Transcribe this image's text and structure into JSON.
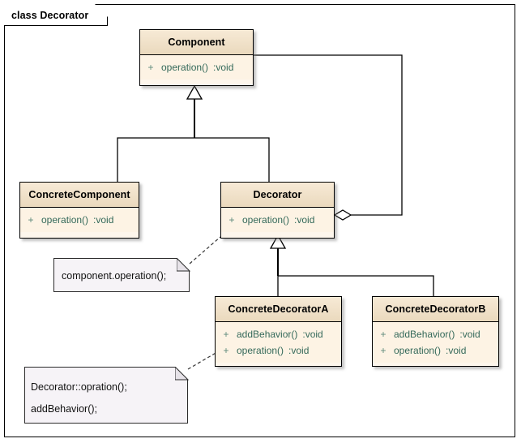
{
  "frame": {
    "label": "class Decorator"
  },
  "classes": [
    {
      "id": "component",
      "name": "Component",
      "members": [
        {
          "visibility": "+",
          "name": "operation()",
          "type": ":void"
        }
      ]
    },
    {
      "id": "concrete-component",
      "name": "ConcreteComponent",
      "members": [
        {
          "visibility": "+",
          "name": "operation()",
          "type": ":void"
        }
      ]
    },
    {
      "id": "decorator",
      "name": "Decorator",
      "members": [
        {
          "visibility": "+",
          "name": "operation()",
          "type": ":void"
        }
      ]
    },
    {
      "id": "concrete-decorator-a",
      "name": "ConcreteDecoratorA",
      "members": [
        {
          "visibility": "+",
          "name": "addBehavior()",
          "type": ":void"
        },
        {
          "visibility": "+",
          "name": "operation()",
          "type": ":void"
        }
      ]
    },
    {
      "id": "concrete-decorator-b",
      "name": "ConcreteDecoratorB",
      "members": [
        {
          "visibility": "+",
          "name": "addBehavior()",
          "type": ":void"
        },
        {
          "visibility": "+",
          "name": "operation()",
          "type": ":void"
        }
      ]
    }
  ],
  "notes": [
    {
      "id": "note-decorator",
      "lines": [
        "component.operation();"
      ]
    },
    {
      "id": "note-concrete-decorator-a",
      "lines": [
        "Decorator::opration();",
        "addBehavior();"
      ]
    }
  ],
  "relationships": [
    {
      "type": "generalization",
      "from": "ConcreteComponent",
      "to": "Component"
    },
    {
      "type": "generalization",
      "from": "Decorator",
      "to": "Component"
    },
    {
      "type": "aggregation",
      "from": "Decorator",
      "to": "Component"
    },
    {
      "type": "generalization",
      "from": "ConcreteDecoratorA",
      "to": "Decorator"
    },
    {
      "type": "generalization",
      "from": "ConcreteDecoratorB",
      "to": "Decorator"
    },
    {
      "type": "note-link",
      "from": "note-decorator",
      "to": "Decorator"
    },
    {
      "type": "note-link",
      "from": "note-concrete-decorator-a",
      "to": "ConcreteDecoratorA"
    }
  ],
  "colors": {
    "class_header": "#ead9bd",
    "class_body": "#fdf3e4",
    "member_text": "#34695a",
    "note_fill": "#f6f3f7",
    "line": "#000000",
    "background": "#ffffff"
  }
}
